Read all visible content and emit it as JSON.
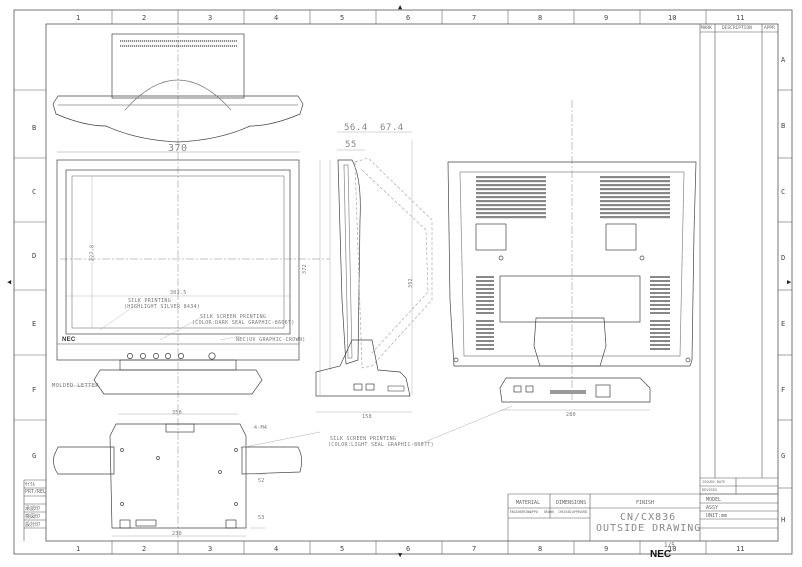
{
  "grid": {
    "columns": [
      "1",
      "2",
      "3",
      "4",
      "5",
      "6",
      "7",
      "8",
      "9",
      "10",
      "11"
    ],
    "rows_left": [
      "B",
      "C",
      "D",
      "E",
      "F",
      "G"
    ],
    "rows_right": [
      "A",
      "B",
      "C",
      "D",
      "E",
      "F",
      "G",
      "H"
    ]
  },
  "front_view": {
    "width_dim": "370",
    "inner_width_dim": "303.5",
    "height_dim": "227.8",
    "brand": "NEC",
    "notes": [
      "SILK PRINTING",
      "(HIGHLIGHT SILVER 8434)",
      "SILK SCREEN PRINTING",
      "(COLOR:DARK SEAL GRAPHIC-8606T)",
      "NEC(UV GRAPHIC-CROWN)"
    ],
    "molded_letter": "MOLDED LETTER"
  },
  "side_view": {
    "dim_top_a": "56.4",
    "dim_top_b": "67.4",
    "dim_top_c": "55",
    "dim_h1": "372",
    "dim_h2": "392",
    "dim_base": "158"
  },
  "rear_view": {
    "dim_base": "280"
  },
  "bottom_view": {
    "dim_a": "350",
    "dim_b": "4-M4",
    "dim_c": "230",
    "dim_side_a": "52",
    "dim_side_b": "53",
    "note_1": "SILK SCREEN PRINTING",
    "note_2": "(COLOR:LIGHT SEAL GRAPHIC-8607T)"
  },
  "revision_header": {
    "mark": "MARK",
    "description": "DESCRIPTION",
    "approved": "APPR"
  },
  "title_block": {
    "material": "MATERIAL",
    "dimensions": "DIMENSIONS",
    "finish": "FINISH",
    "title_1": "CN/CX836",
    "title_2": "OUTSIDE DRAWING",
    "model": "MODEL",
    "assy": "ASSY",
    "unit": "UNIT:mm",
    "scale": "1/5",
    "company": "NEC",
    "small_cells": [
      "ENGINEERING",
      "APPD",
      "DRAWN",
      "CHECKED",
      "APPROVED"
    ],
    "left_stamps": [
      "ｻｲｸﾙ",
      "PRT/REL",
      "承認印",
      "検図印",
      "設計印"
    ]
  },
  "revision_area": {
    "line_1": "ISSUED  DATE",
    "line_2": "REVISED"
  }
}
